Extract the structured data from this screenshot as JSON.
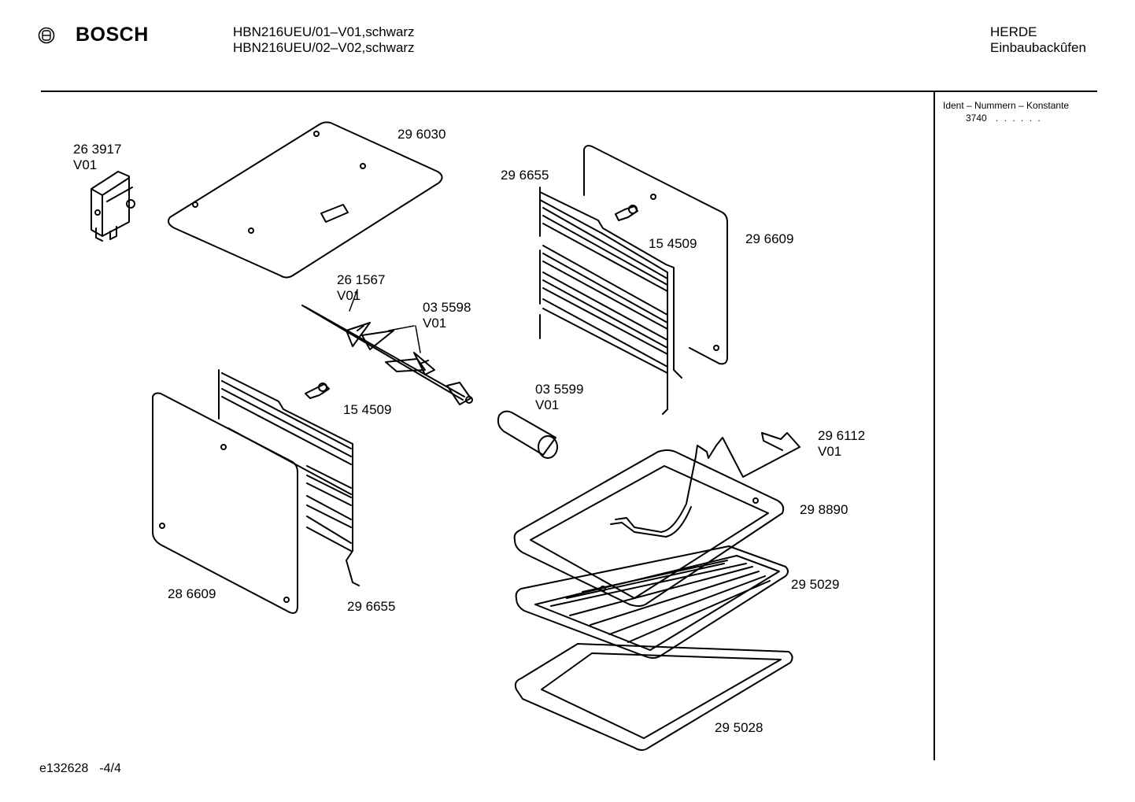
{
  "header": {
    "brand": "BOSCH",
    "models": [
      "HBN216UEU/01–V01,schwarz",
      "HBN216UEU/02–V02,schwarz"
    ],
    "category": [
      "HERDE",
      "Einbaubackûfen"
    ]
  },
  "ident": {
    "title": "Ident – Nummern – Konstante",
    "value": "3740",
    "dots": ". .  . . . ."
  },
  "footer": {
    "doc_id": "e132628",
    "page": "-4/4"
  },
  "parts": [
    {
      "id": "263917",
      "line1": "26 3917",
      "line2": "V01"
    },
    {
      "id": "296030",
      "line1": "29 6030",
      "line2": ""
    },
    {
      "id": "296655a",
      "line1": "29 6655",
      "line2": ""
    },
    {
      "id": "154509a",
      "line1": "15 4509",
      "line2": ""
    },
    {
      "id": "296609",
      "line1": "29 6609",
      "line2": ""
    },
    {
      "id": "261567",
      "line1": "26 1567",
      "line2": "V01"
    },
    {
      "id": "035598",
      "line1": "03 5598",
      "line2": "V01"
    },
    {
      "id": "154509b",
      "line1": "15 4509",
      "line2": ""
    },
    {
      "id": "035599",
      "line1": "03 5599",
      "line2": "V01"
    },
    {
      "id": "296112",
      "line1": "29 6112",
      "line2": "V01"
    },
    {
      "id": "298890",
      "line1": "29 8890",
      "line2": ""
    },
    {
      "id": "286609",
      "line1": "28 6609",
      "line2": ""
    },
    {
      "id": "296655b",
      "line1": "29 6655",
      "line2": ""
    },
    {
      "id": "295029",
      "line1": "29 5029",
      "line2": ""
    },
    {
      "id": "295028",
      "line1": "29 5028",
      "line2": ""
    }
  ]
}
